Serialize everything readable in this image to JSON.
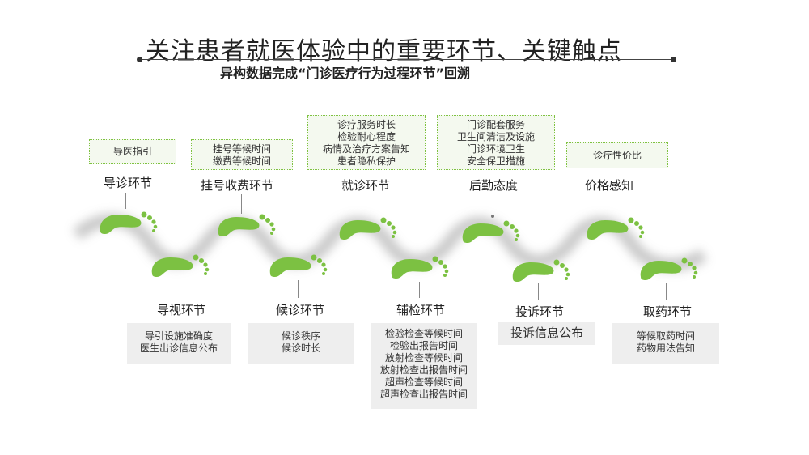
{
  "header": {
    "title": "关注患者就医体验中的重要环节、关键触点",
    "subtitle": "异构数据完成“门诊医疗行为过程环节”回溯"
  },
  "colors": {
    "accent": "#7cc142",
    "box_border": "#7fc241",
    "box_gray": "#eeeeee"
  },
  "stages_top": [
    {
      "label": "导诊环节",
      "items": [
        "导医指引"
      ]
    },
    {
      "label": "挂号收费环节",
      "items": [
        "挂号等候时间",
        "缴费等候时间"
      ]
    },
    {
      "label": "就诊环节",
      "items": [
        "诊疗服务时长",
        "检验耐心程度",
        "病情及治疗方案告知",
        "患者隐私保护"
      ]
    },
    {
      "label": "后勤态度",
      "items": [
        "门诊配套服务",
        "卫生间清洁及设施",
        "门诊环境卫生",
        "安全保卫措施"
      ]
    },
    {
      "label": "价格感知",
      "items": [
        "诊疗性价比"
      ]
    }
  ],
  "stages_bottom": [
    {
      "label": "导视环节",
      "items": [
        "导引设施准确度",
        "医生出诊信息公布"
      ]
    },
    {
      "label": "候诊环节",
      "items": [
        "候诊秩序",
        "候诊时长"
      ]
    },
    {
      "label": "辅检环节",
      "items": [
        "检验检查等候时间",
        "检验出报告时间",
        "放射检查等候时间",
        "放射检查出报告时间",
        "超声检查等候时间",
        "超声检查出报告时间"
      ]
    },
    {
      "label": "投诉环节",
      "items": [
        "投诉信息公布"
      ]
    },
    {
      "label": "取药环节",
      "items": [
        "等候取药时间",
        "药物用法告知"
      ]
    }
  ],
  "icons": {
    "footprint": "footprint-icon"
  }
}
